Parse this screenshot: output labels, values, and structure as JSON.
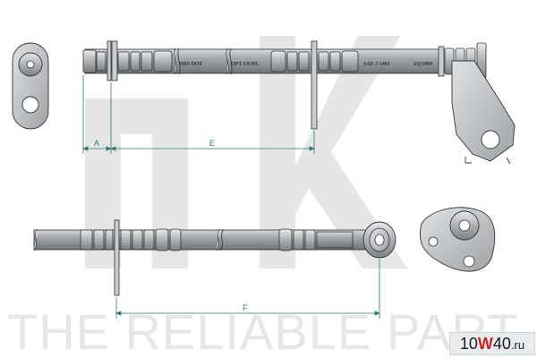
{
  "watermark": {
    "logo_letters": "nK",
    "slogan": "THE RELIABLE PART"
  },
  "hose_top": {
    "markings": [
      "HBS DOT",
      "OPT U8 HL",
      "SAE J 1401",
      "2Q/2009"
    ]
  },
  "dimensions": {
    "a": "A",
    "e": "E",
    "f": "F"
  },
  "site_badge": {
    "prefix": "10",
    "w": "W",
    "num": "40",
    "suffix": ".ru"
  },
  "colors": {
    "hose": "#8f949a",
    "fitting": "#b4b8bd",
    "dim_line": "#2a7a7a",
    "watermark": "#e6e6e6"
  }
}
